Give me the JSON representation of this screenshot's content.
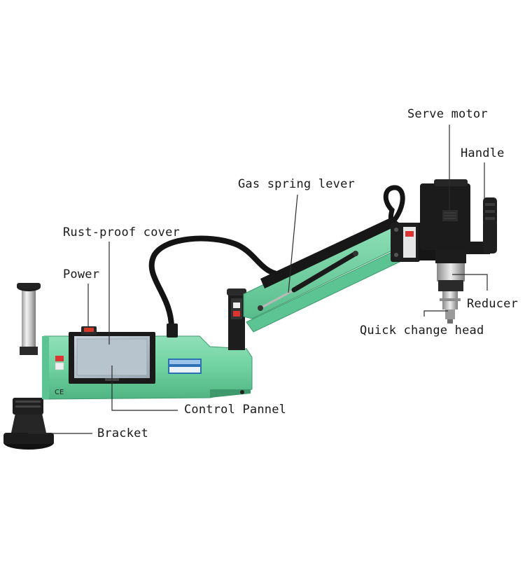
{
  "colors": {
    "machine_green": "#6fd2a0",
    "machine_green_dark": "#4fb382",
    "arm_black": "#1b1b1b",
    "label_text": "#1a1a1a",
    "leader_line": "#2a2a2a"
  },
  "labels": {
    "serve_motor": "Serve motor",
    "handle": "Handle",
    "gas_spring_lever": "Gas spring lever",
    "rust_proof_cover": "Rust-proof cover",
    "power": "Power",
    "reducer": "Reducer",
    "quick_change_head": "Quick change head",
    "control_pannel": "Control Pannel",
    "bracket": "Bracket"
  },
  "icons": [
    "ce-mark-icon",
    "warning-sticker-icon",
    "no-touch-sticker-icon"
  ]
}
